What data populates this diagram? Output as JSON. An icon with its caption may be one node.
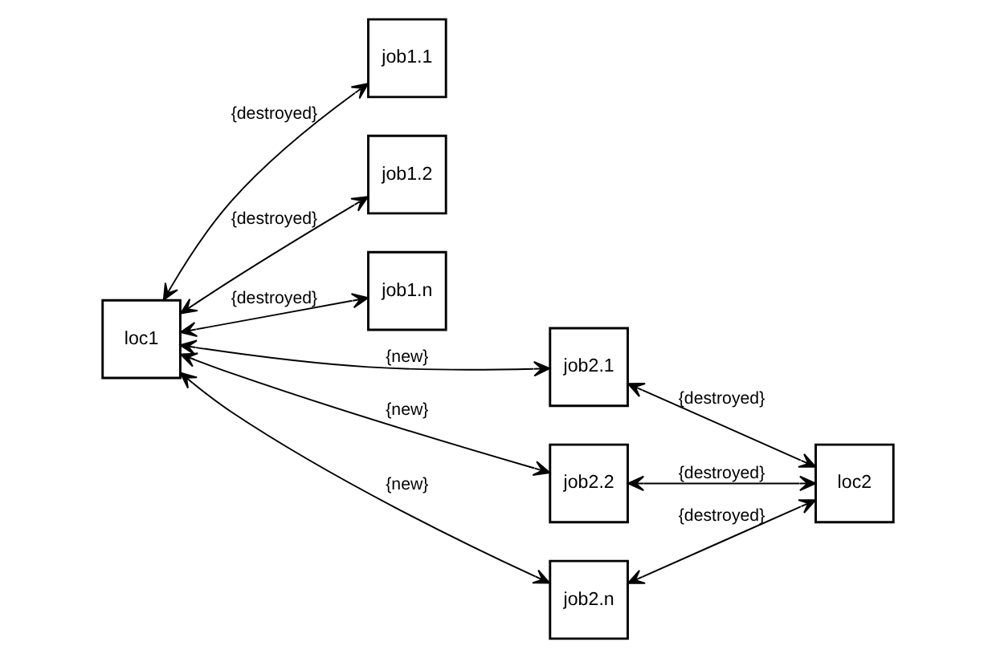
{
  "diagram": {
    "nodes": [
      {
        "text": [
          "loc1"
        ]
      },
      {
        "text": [
          "job1.1"
        ]
      },
      {
        "text": [
          "job1.2"
        ]
      },
      {
        "text": [
          "job1.n"
        ]
      },
      {
        "text": [
          "job2.1"
        ]
      },
      {
        "text": [
          "job2.2"
        ]
      },
      {
        "text": [
          "job2.n"
        ]
      },
      {
        "text": [
          "loc2"
        ]
      }
    ],
    "edges": [
      {
        "from": 0,
        "to": 4,
        "arrow": "both",
        "label": "{new}"
      },
      {
        "from": 0,
        "to": 1,
        "arrow": "both",
        "label": "{destroyed}"
      },
      {
        "from": 0,
        "to": 2,
        "arrow": "both",
        "label": "{destroyed}"
      },
      {
        "from": 0,
        "to": 3,
        "arrow": "both",
        "label": "{destroyed}"
      },
      {
        "from": 4,
        "to": 7,
        "arrow": "both",
        "label": "{destroyed}"
      },
      {
        "from": 5,
        "to": 7,
        "arrow": "both",
        "label": "{destroyed}"
      },
      {
        "from": 6,
        "to": 7,
        "arrow": "both",
        "label": "{destroyed}"
      },
      {
        "from": 0,
        "to": 5,
        "arrow": "both",
        "label": "{new}"
      },
      {
        "from": 0,
        "to": 6,
        "arrow": "both",
        "label": "{new}"
      }
    ]
  }
}
